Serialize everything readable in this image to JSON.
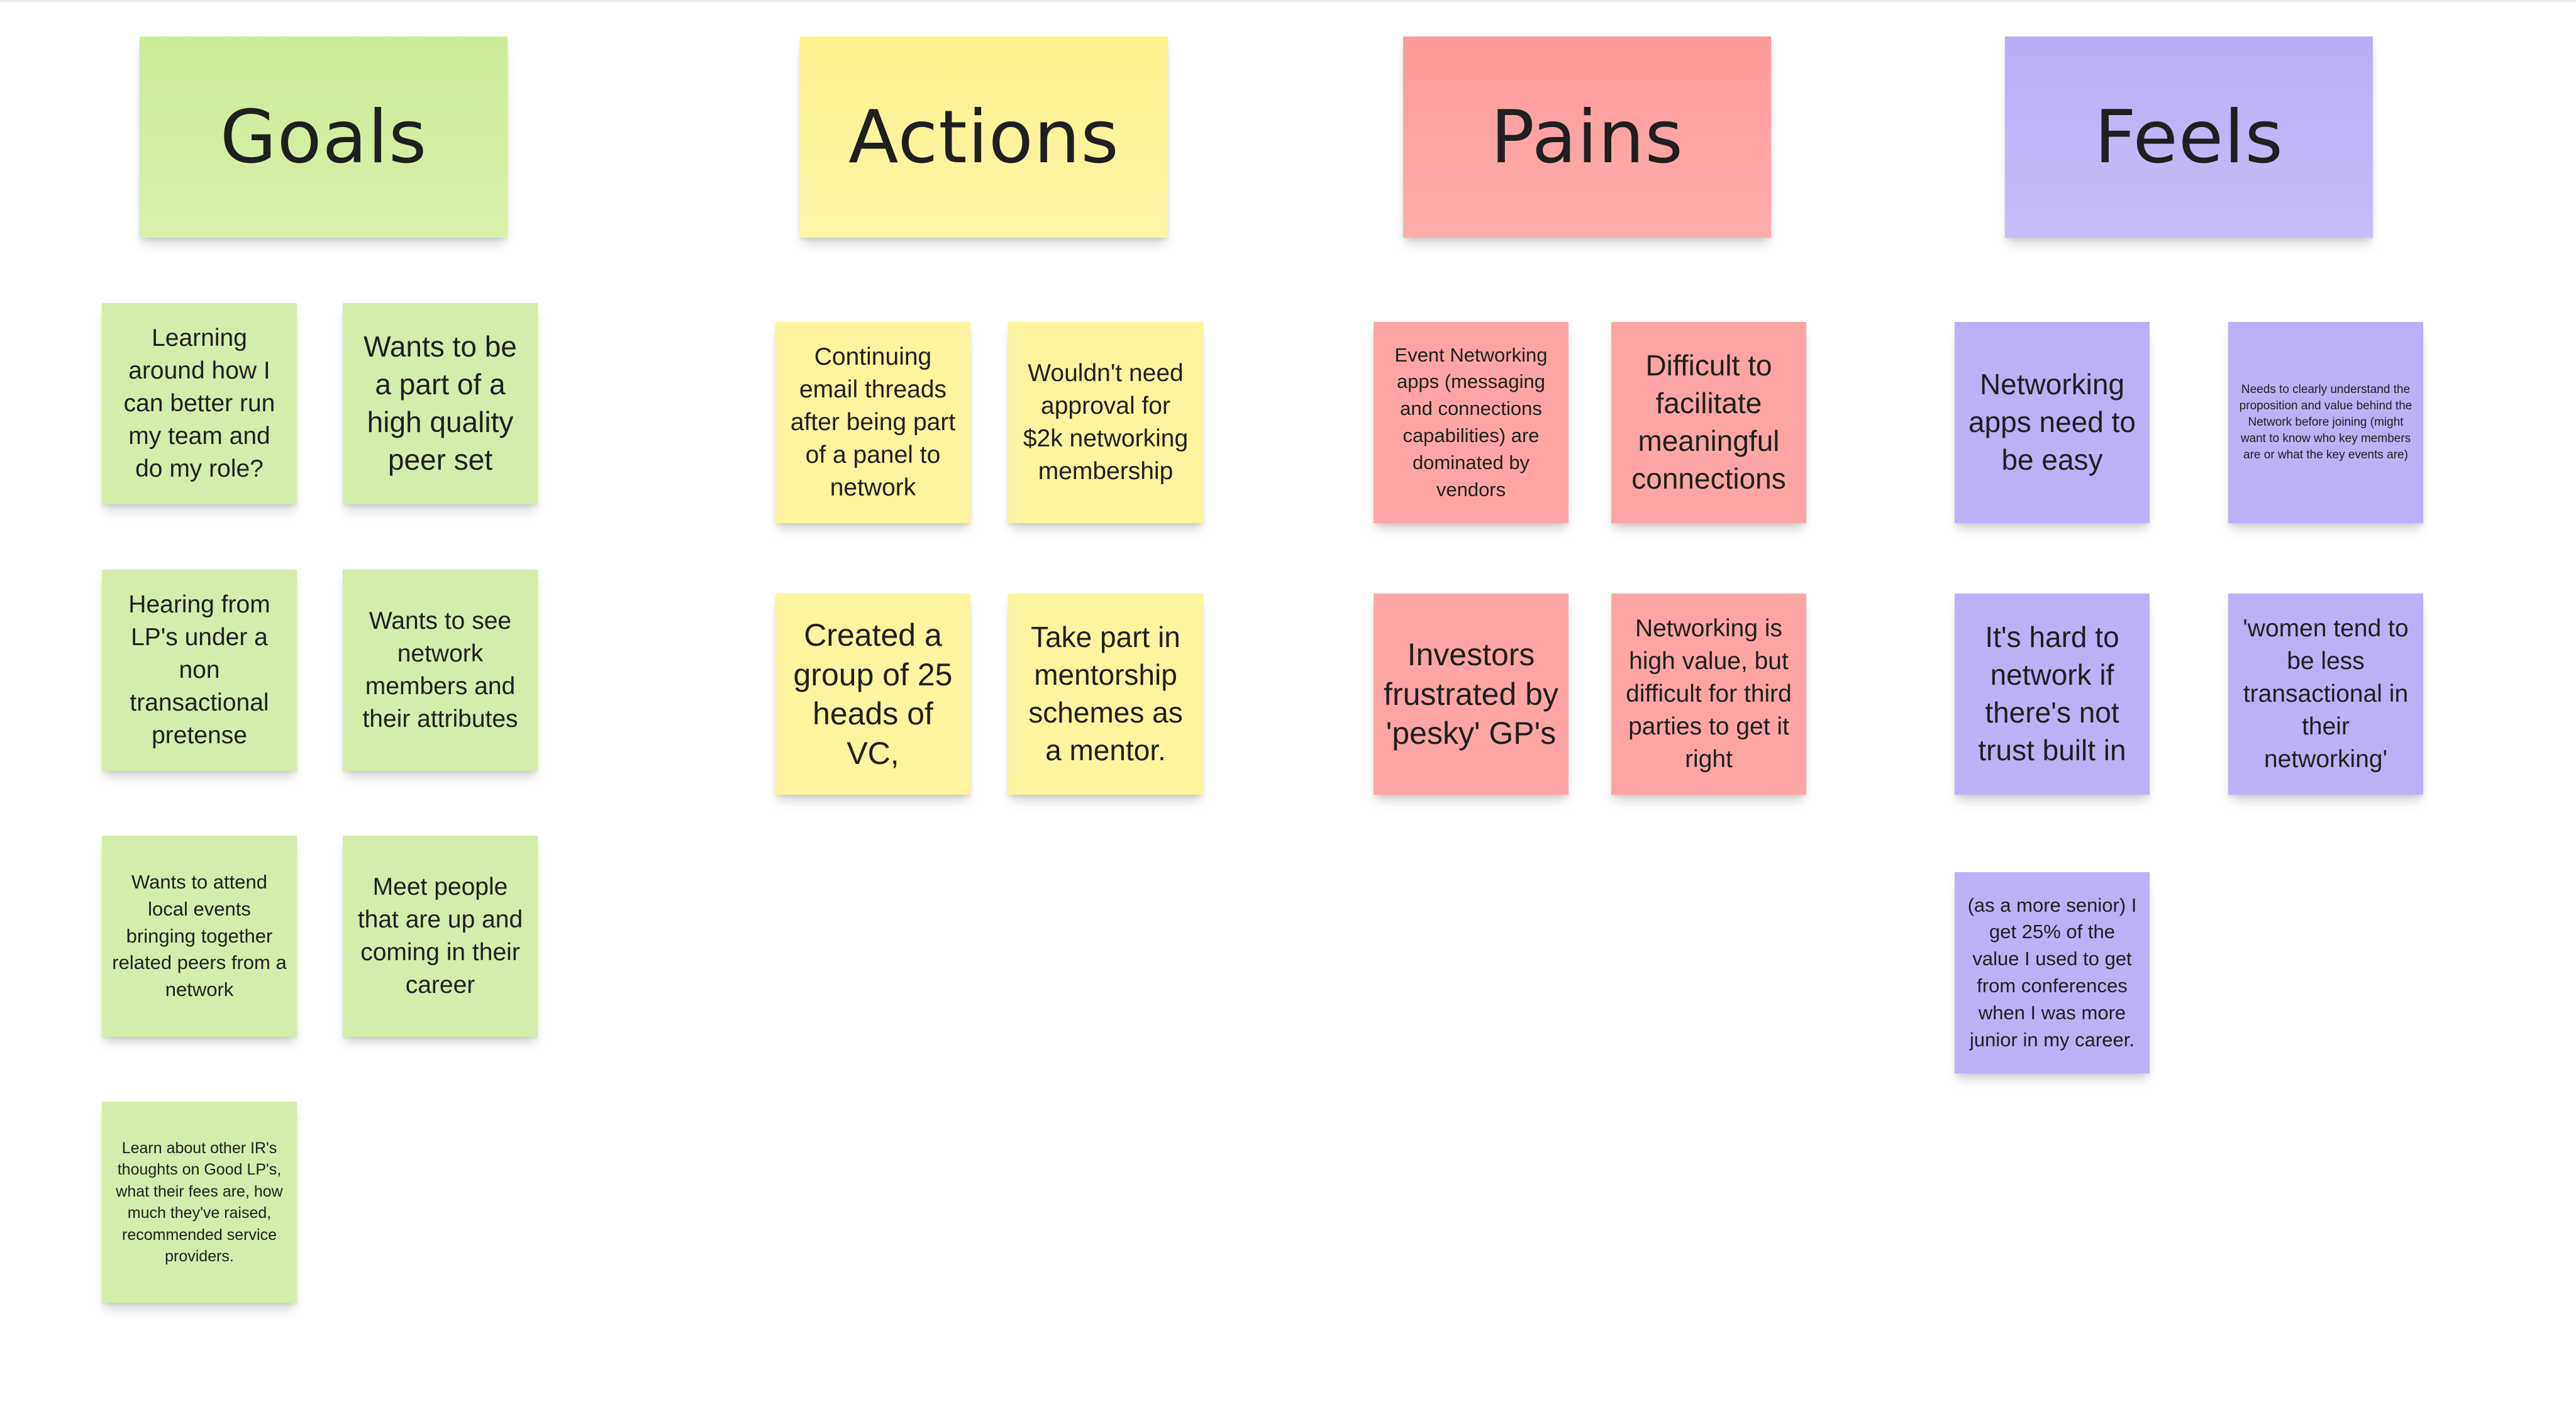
{
  "headers": {
    "goals": "Goals",
    "actions": "Actions",
    "pains": "Pains",
    "feels": "Feels"
  },
  "goals": [
    "Learning around how  I can better run my team and do my role?",
    "Wants to be a part of a high quality peer set",
    "Hearing from LP's under a non transactional pretense",
    "Wants to see network members and their attributes",
    "Wants to attend local events bringing together related peers from a network",
    "Meet people that are up and coming in their career",
    "Learn about other IR's thoughts on Good LP's, what their fees are, how much they've raised, recommended service providers."
  ],
  "actions": [
    "Continuing email threads after being part of a panel to network",
    "Wouldn't need approval for $2k networking membership",
    "Created a group of 25 heads of VC,",
    "Take part in mentorship schemes as a mentor."
  ],
  "pains": [
    "Event Networking apps (messaging and connections capabilities) are dominated by vendors",
    "Difficult to facilitate meaningful connections",
    "Investors frustrated by 'pesky' GP's",
    "Networking is high value, but difficult for third parties to get it right"
  ],
  "feels": [
    "Networking apps need to be easy",
    "Needs to clearly understand the proposition and value behind the Network before joining (might want to know who key members are or what the key events are)",
    "It's hard to network if there's not trust built in",
    "'women tend to be less transactional in their networking'",
    "(as a more senior) I get 25% of the value I used to get from conferences when I was more junior in my career."
  ],
  "colors": {
    "goals": "#d4edaa",
    "actions": "#fcf49e",
    "pains": "#fda5a5",
    "feels": "#bbb1f7"
  }
}
